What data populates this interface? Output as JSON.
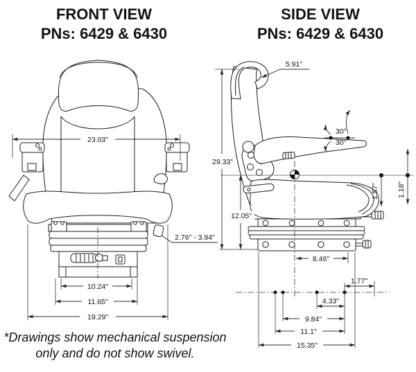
{
  "front": {
    "title": "FRONT VIEW",
    "subtitle": "PNs: 6429 & 6430",
    "dims": {
      "armrest_width": "23.03\"",
      "suspension_height_range": "2.76\" - 3.94\"",
      "mount_inner_width": "10.24\"",
      "mount_outer_width": "11.65\"",
      "overall_width": "19.29\""
    }
  },
  "side": {
    "title": "SIDE VIEW",
    "subtitle": "PNs: 6429 & 6430",
    "dims": {
      "headrest_thickness": "5.91\"",
      "overall_height": "29.33\"",
      "seat_height": "12.05\"",
      "armrest_angle_up": "30°",
      "armrest_angle_down": "30°",
      "ride_travel_up": "1.57\"",
      "ride_travel_down": "1.18\"",
      "rail_length": "8.46\"",
      "hole_offset_rear": "1.77\"",
      "hole_spacing_small": "4.33\"",
      "hole_spacing_mid": "9.84\"",
      "hole_spacing_wide": "11.1\"",
      "overall_length": "15.35\""
    }
  },
  "note": {
    "line1": "*Drawings show mechanical suspension",
    "line2": "only and do not show swivel."
  },
  "colors": {
    "line": "#1c1c1c",
    "text": "#111111",
    "background": "#ffffff"
  }
}
